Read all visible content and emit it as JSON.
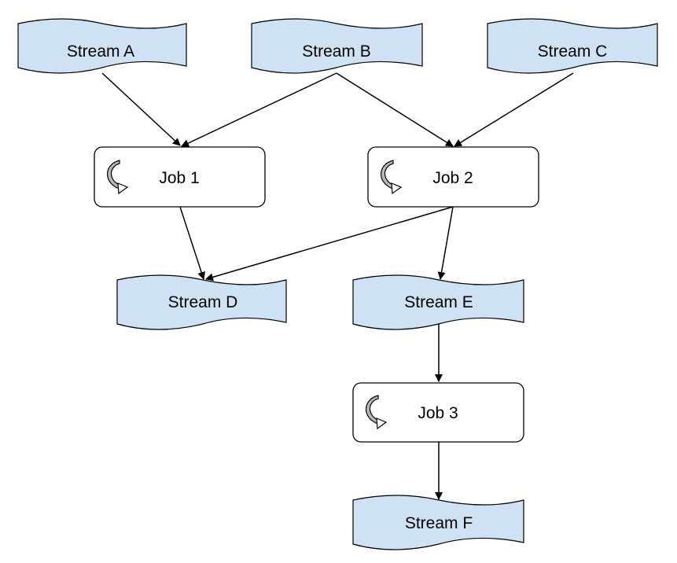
{
  "colors": {
    "stream_fill": "#cfe2f3",
    "job_fill": "#ffffff",
    "icon_fill": "#b7b7b7",
    "stroke": "#000000"
  },
  "streams": {
    "a": {
      "label": "Stream A"
    },
    "b": {
      "label": "Stream B"
    },
    "c": {
      "label": "Stream C"
    },
    "d": {
      "label": "Stream D"
    },
    "e": {
      "label": "Stream E"
    },
    "f": {
      "label": "Stream F"
    }
  },
  "jobs": {
    "job1": {
      "label": "Job 1",
      "icon": "loop-arrow-icon"
    },
    "job2": {
      "label": "Job 2",
      "icon": "loop-arrow-icon"
    },
    "job3": {
      "label": "Job 3",
      "icon": "loop-arrow-icon"
    }
  },
  "edges": [
    {
      "from": "Stream A",
      "to": "Job 1"
    },
    {
      "from": "Stream B",
      "to": "Job 1"
    },
    {
      "from": "Stream B",
      "to": "Job 2"
    },
    {
      "from": "Stream C",
      "to": "Job 2"
    },
    {
      "from": "Job 1",
      "to": "Stream D"
    },
    {
      "from": "Job 2",
      "to": "Stream D"
    },
    {
      "from": "Job 2",
      "to": "Stream E"
    },
    {
      "from": "Stream E",
      "to": "Job 3"
    },
    {
      "from": "Job 3",
      "to": "Stream F"
    }
  ]
}
